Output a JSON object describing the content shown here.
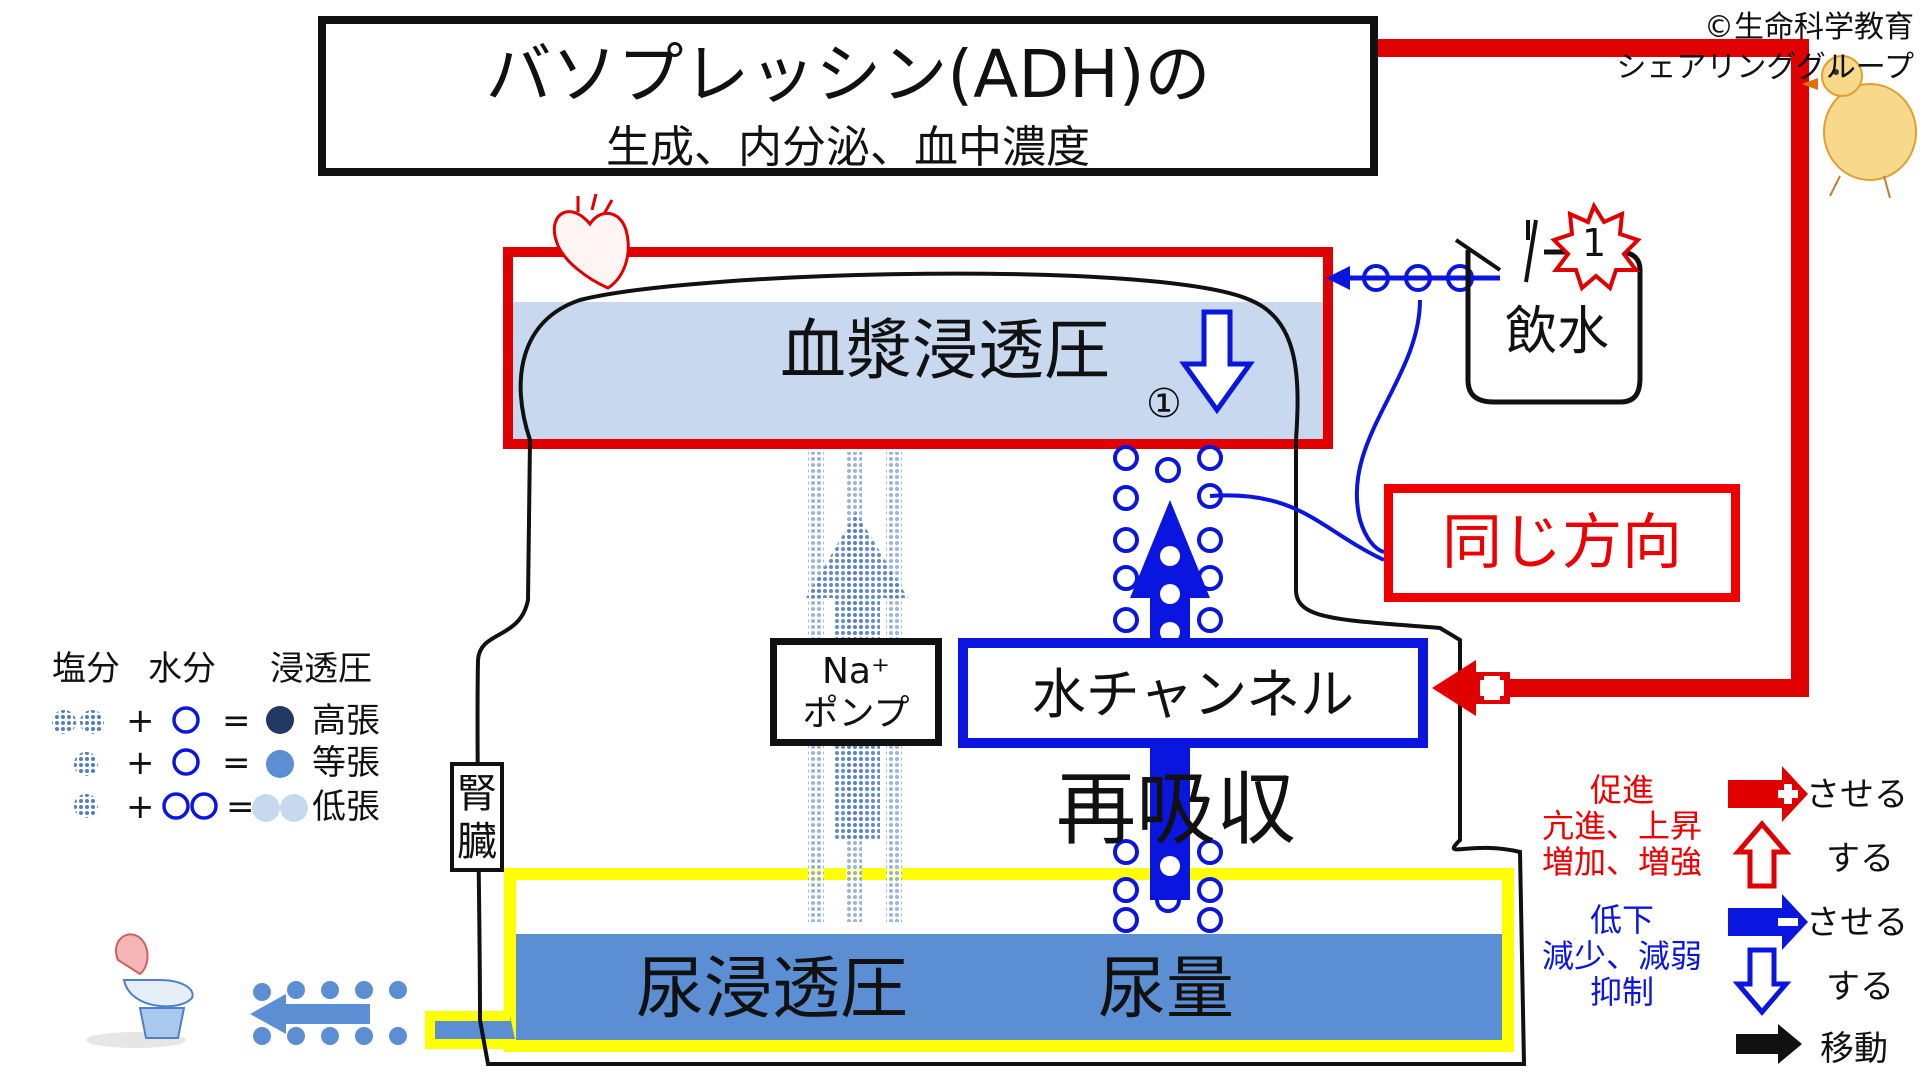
{
  "title": {
    "main": "バソプレッシン(ADH)の",
    "sub": "生成、内分泌、血中濃度"
  },
  "copyright": {
    "line1": "©生命科学教育",
    "line2": "シェアリンググループ"
  },
  "plasma": {
    "label": "血漿浸透圧",
    "marker": "①"
  },
  "drinking": {
    "label": "飲水",
    "badge": "1"
  },
  "same_direction": "同じ方向",
  "na_pump": {
    "line1": "Na⁺",
    "line2": "ポンプ"
  },
  "water_channel": "水チャンネル",
  "reabsorption": "再吸収",
  "kidney": {
    "line1": "腎",
    "line2": "臓"
  },
  "urine": {
    "osmolality": "尿浸透圧",
    "volume": "尿量"
  },
  "osmo_legend": {
    "headers": [
      "塩分",
      "水分",
      "浸透圧"
    ],
    "rows": [
      {
        "plus": "+",
        "equals": "=",
        "label": "高張"
      },
      {
        "plus": "+",
        "equals": "=",
        "label": "等張"
      },
      {
        "plus": "+",
        "equals": "=",
        "label": "低張"
      }
    ]
  },
  "arrow_legend": {
    "promote": {
      "lines": [
        "促進",
        "亢進、上昇",
        "増加、増強"
      ],
      "cause": "させる",
      "effect": "する"
    },
    "inhibit": {
      "lines": [
        "低下",
        "減少、減弱",
        "抑制"
      ],
      "cause": "させる",
      "effect": "する"
    },
    "move": "移動"
  },
  "colors": {
    "red": "#e00000",
    "blue": "#0a16e0",
    "yellow": "#ffff00",
    "plasma_fill": "#c8d9ef",
    "urine_fill": "#5b8ed2",
    "dot_blue": "#4f7fc7",
    "hyper": "#1f3864",
    "iso": "#5b8ed2",
    "hypo": "#c8d9ef"
  },
  "icons": [
    "heart-icon",
    "cup-icon",
    "starburst-icon",
    "toilet-icon",
    "chick-icon",
    "plus-icon",
    "minus-icon"
  ]
}
